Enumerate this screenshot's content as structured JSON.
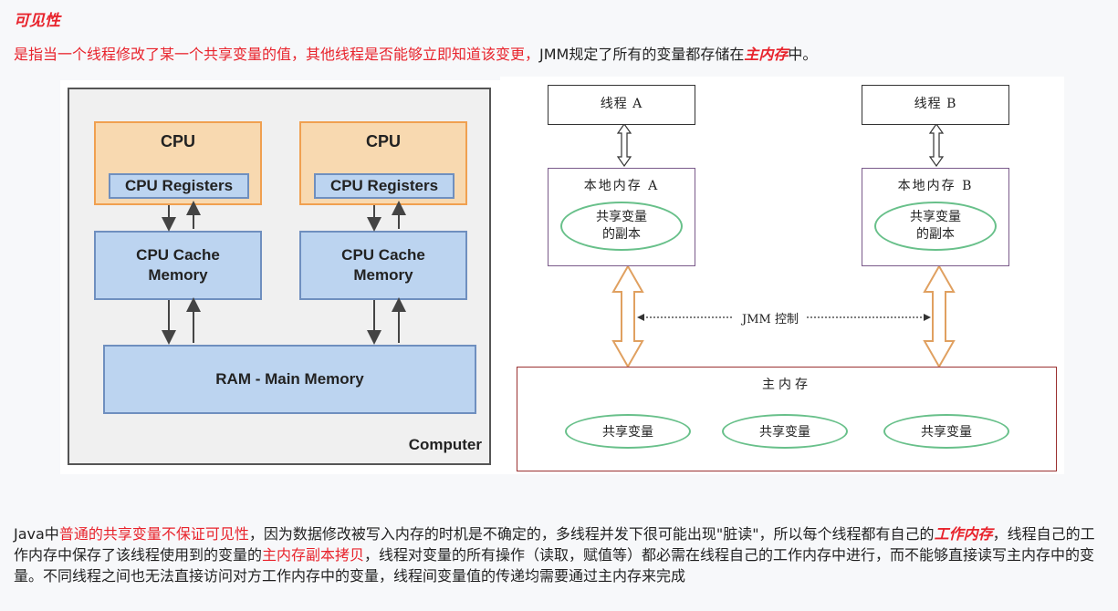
{
  "heading": "可见性",
  "intro": {
    "part1": "是指当一个线程修改了某一个共享变量的值，其他线程是否能够立即知道该变更，",
    "part2": "JMM规定了所有的变量都存储在",
    "emphasis": "主内存",
    "part3": "中。"
  },
  "left_diagram": {
    "cpu_title": "CPU",
    "registers": "CPU Registers",
    "cache_line1": "CPU Cache",
    "cache_line2": "Memory",
    "ram": "RAM - Main Memory",
    "computer": "Computer",
    "colors": {
      "cpu": "#f8d9b0",
      "memory": "#bcd4f0"
    }
  },
  "right_diagram": {
    "thread_a": "线程 A",
    "thread_b": "线程 B",
    "local_a": "本地内存 A",
    "local_b": "本地内存 B",
    "copy_line1": "共享变量",
    "copy_line2": "的副本",
    "jmm": "JMM 控制",
    "main_memory": "主内存",
    "shared_var": "共享变量"
  },
  "body": {
    "p1": "Java中",
    "p2_red": "普通的共享变量不保证可见性",
    "p3": "，因为数据修改被写入内存的时机是不确定的，多线程并发下很可能出现\"脏读\"，所以每个线程都有自己的",
    "p4_em": "工作内存",
    "p5": "，线程自己的工作内存中保存了该线程使用到的变量的",
    "p6_red": "主内存副本拷贝",
    "p7": "，线程对变量的所有操作（读取，赋值等）都必需在线程自己的工作内存中进行，而不能够直接读写主内存中的变量。不同线程之间也无法直接访问对方工作内存中的变量，线程间变量值的传递均需要通过主内存来完成"
  }
}
